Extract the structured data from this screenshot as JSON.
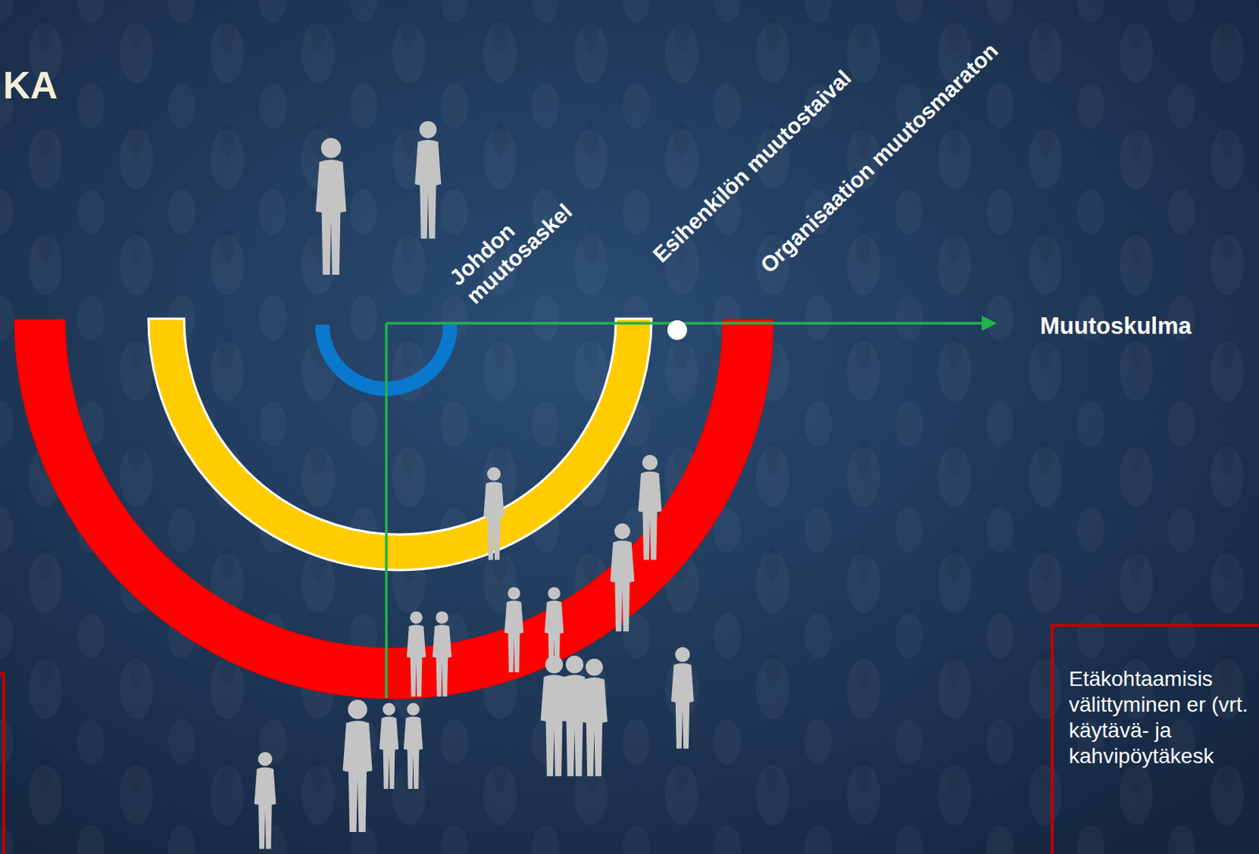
{
  "diagram": {
    "title": "KA",
    "nodes": [
      {
        "text": [
          "Johdon muutosaskel"
        ]
      },
      {
        "text": [
          "Esihenkilön muutostaival"
        ]
      },
      {
        "text": [
          "Organisaation muutosmaraton"
        ]
      },
      {
        "text": [
          "Etäkohtaamisis välittyminen er (vrt. käytävä- ja kahvipöytäkesk"
        ]
      }
    ],
    "labels": [
      "Muutoskulma"
    ]
  }
}
